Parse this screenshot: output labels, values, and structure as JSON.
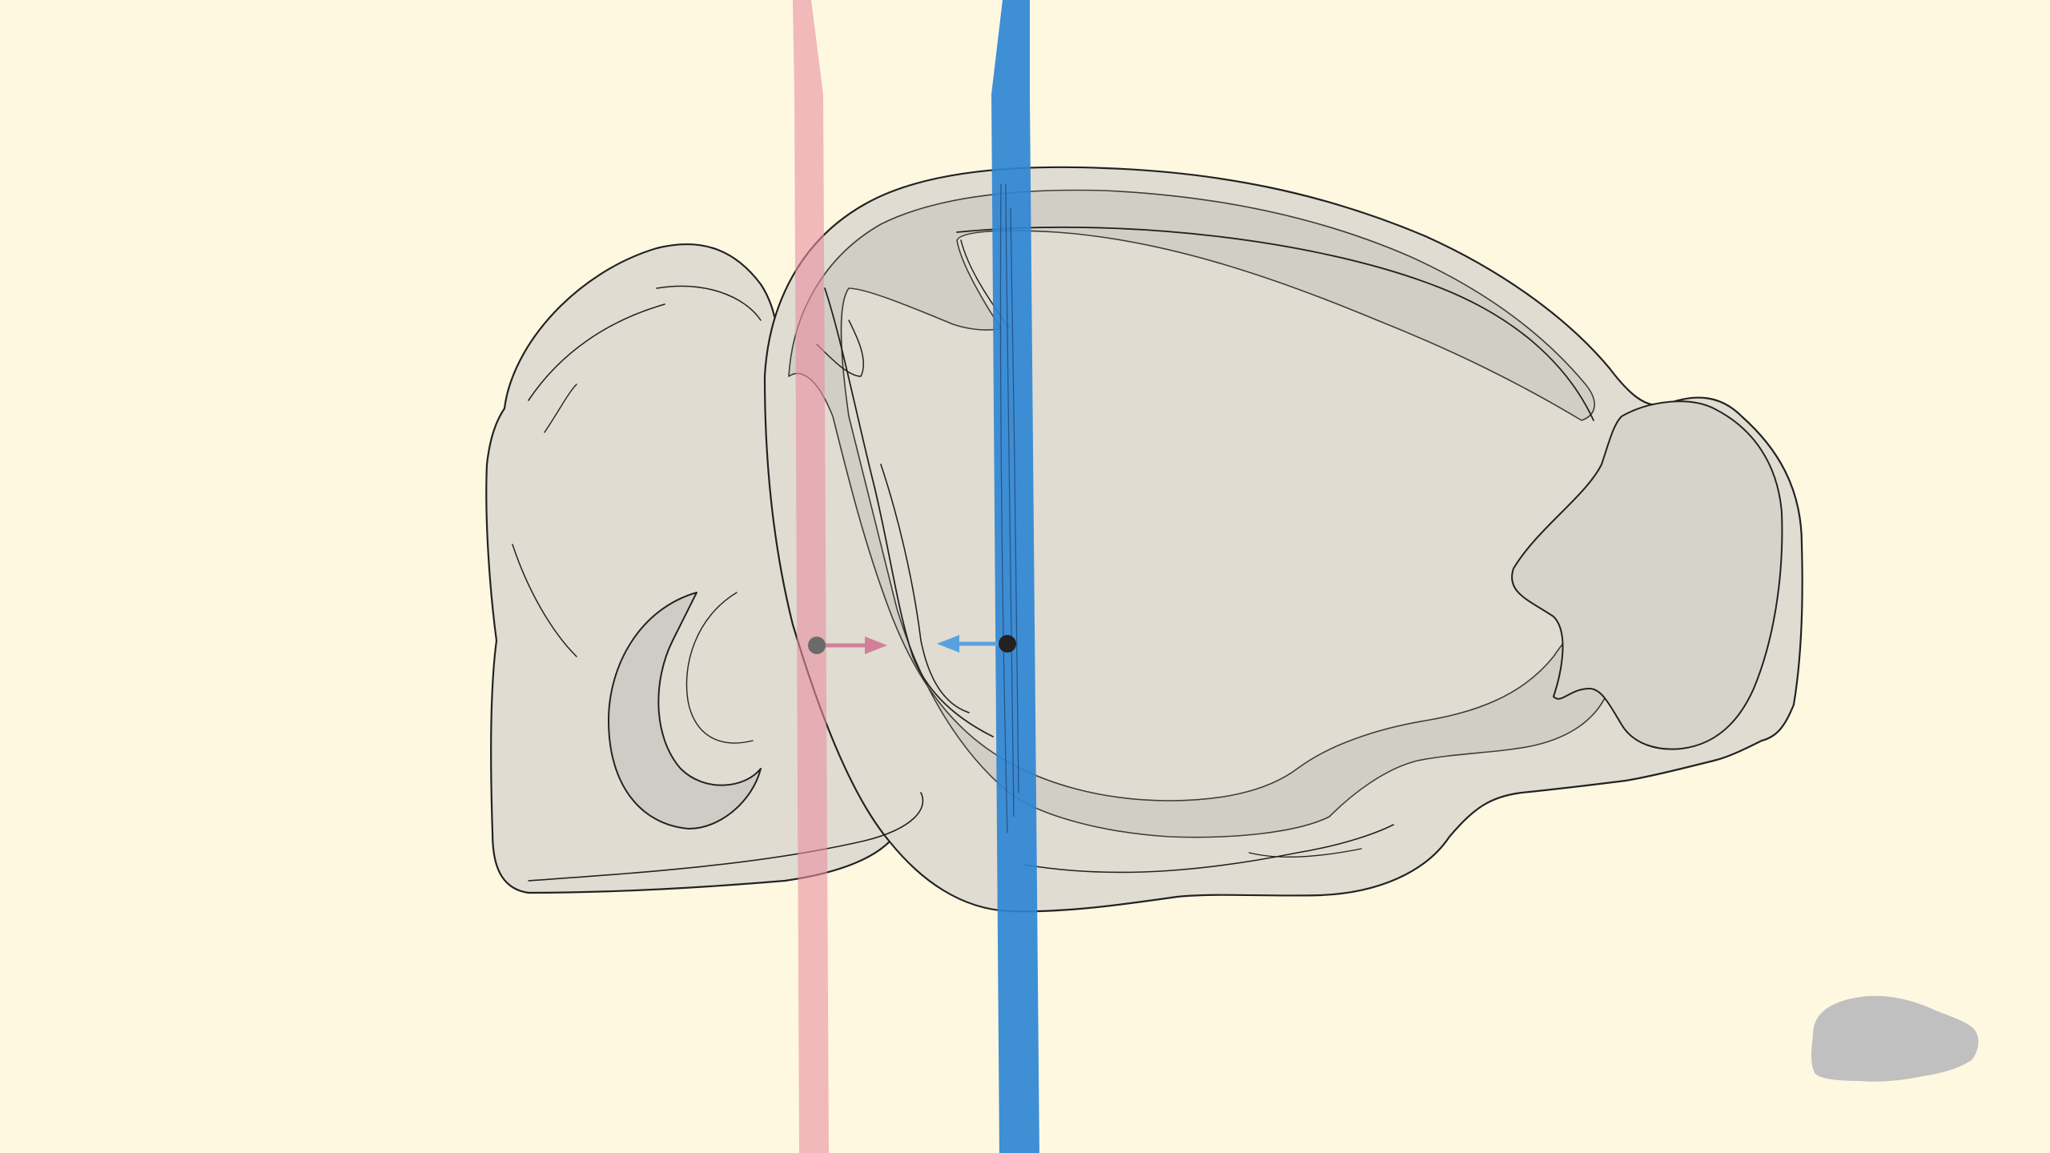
{
  "scene": {
    "background_color": "#fff8e1",
    "brain_fill_color": "#e0dcd1",
    "brain_inner_fill_color": "#cfccc5",
    "outline_color": "#222222"
  },
  "planes": [
    {
      "id": "rostral-plane",
      "color": "#e88fa0",
      "arrow_direction": "right"
    },
    {
      "id": "caudal-plane",
      "color": "#2f86d4",
      "arrow_direction": "left"
    }
  ],
  "orientation_widget": {
    "icon": "brain-silhouette-icon",
    "color": "#c0c0c0"
  }
}
